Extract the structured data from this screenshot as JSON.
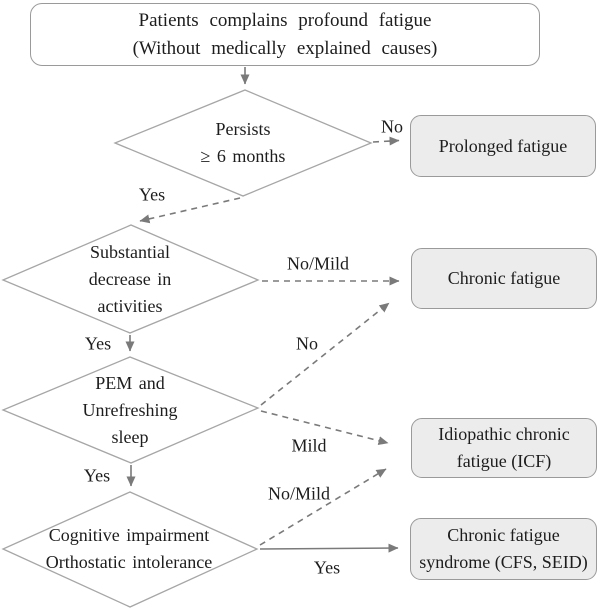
{
  "diagram": {
    "nodes": {
      "start": "Patients complains profound fatigue\n(Without medically explained causes)",
      "persists": "Persists\n≥ 6 months",
      "activities": "Substantial\ndecrease in\nactivities",
      "pem": "PEM and\nUnrefreshing\nsleep",
      "cognitive": "Cognitive impairment\nOrthostatic intolerance",
      "prolonged_fatigue": "Prolonged fatigue",
      "chronic_fatigue": "Chronic fatigue",
      "icf": "Idiopathic chronic\nfatigue (ICF)",
      "cfs": "Chronic fatigue\nsyndrome (CFS, SEID)"
    },
    "edge_labels": {
      "persists_no": "No",
      "persists_yes": "Yes",
      "activities_nomild": "No/Mild",
      "activities_yes": "Yes",
      "pem_no": "No",
      "pem_mild": "Mild",
      "pem_yes": "Yes",
      "cognitive_nomild": "No/Mild",
      "cognitive_yes": "Yes"
    },
    "colors": {
      "outcome_fill": "#ececec",
      "shape_border": "#9a9a9a",
      "arrow": "#7a7a7a",
      "text": "#1d1d1d"
    }
  }
}
